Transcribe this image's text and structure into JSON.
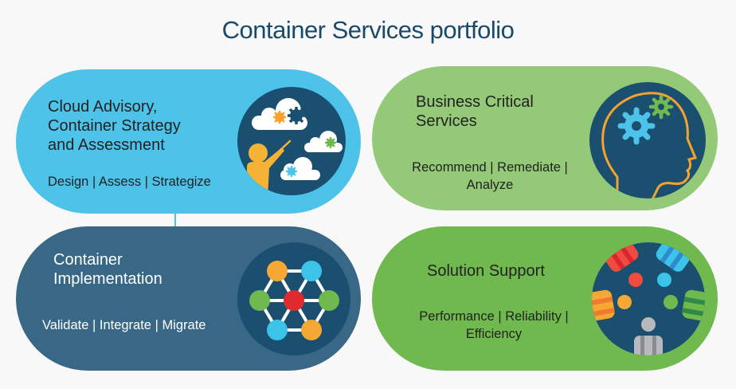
{
  "title": "Container Services portfolio",
  "colors": {
    "title": "#1a4a6b",
    "cloud_advisory_pill": "#4ec3ea",
    "business_critical_pill": "#93c977",
    "implementation_pill": "#396886",
    "solution_support_pill": "#70b94f",
    "icon_circle": "#1a4f70"
  },
  "cards": {
    "cloud_advisory": {
      "heading_lines": [
        "Cloud Advisory,",
        "Container Strategy",
        "and Assessment"
      ],
      "subtitle": "Design | Assess | Strategize",
      "icon": "presenter-with-clouds-and-gears-icon"
    },
    "business_critical": {
      "heading_lines": [
        "Business Critical",
        "Services"
      ],
      "subtitle_lines": [
        "Recommend | Remediate |",
        "Analyze"
      ],
      "icon": "head-with-gears-icon"
    },
    "implementation": {
      "heading_lines": [
        "Container",
        "Implementation"
      ],
      "subtitle": "Validate | Integrate | Migrate",
      "icon": "network-hexagon-icon"
    },
    "solution_support": {
      "heading_lines": [
        "Solution Support"
      ],
      "subtitle_lines": [
        "Performance | Reliability |",
        "Efficiency"
      ],
      "icon": "support-team-icon"
    }
  }
}
